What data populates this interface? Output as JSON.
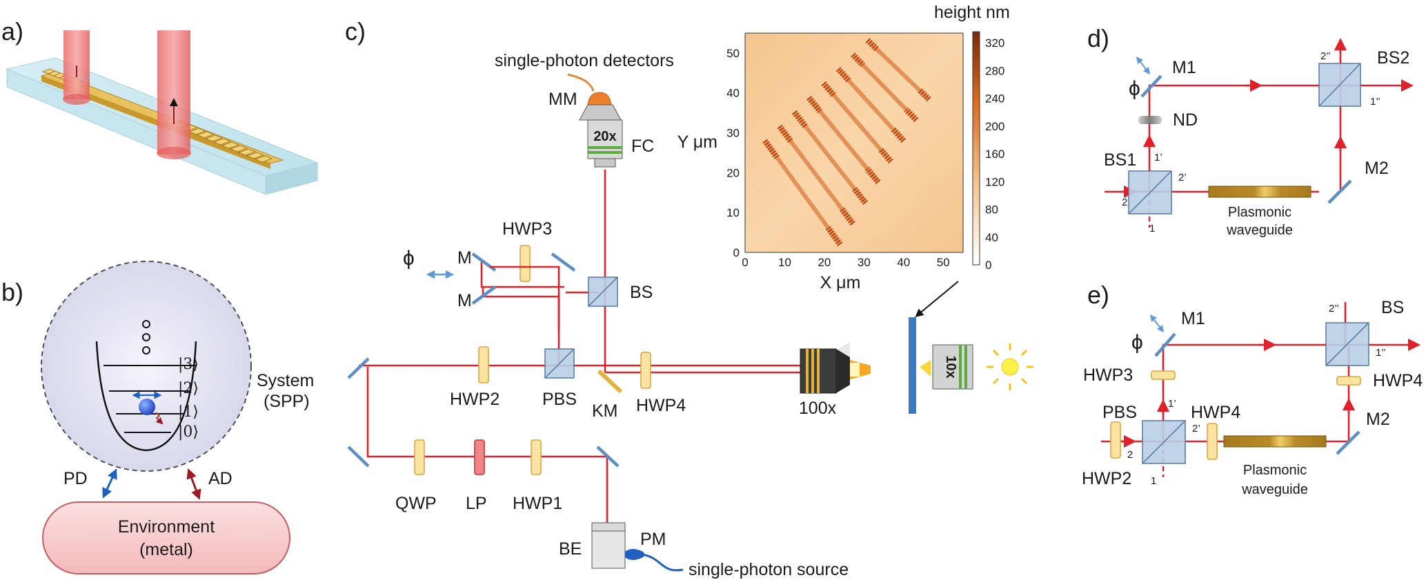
{
  "panels": {
    "a": "a)",
    "b": "b)",
    "c": "c)",
    "d": "d)",
    "e": "e)"
  },
  "panel_b": {
    "system_label_1": "System",
    "system_label_2": "(SPP)",
    "kets": [
      "|3⟩",
      "|2⟩",
      "|1⟩",
      "|0⟩"
    ],
    "pd": "PD",
    "ad": "AD",
    "environment_1": "Environment",
    "environment_2": "(metal)"
  },
  "panel_c": {
    "detectors": "single-photon detectors",
    "mm": "MM",
    "fc": "FC",
    "obj20": "20x",
    "hwp3": "HWP3",
    "phi": "ϕ",
    "m_top": "M",
    "m_bottom": "M",
    "bs": "BS",
    "hwp2": "HWP2",
    "pbs": "PBS",
    "km": "KM",
    "hwp4": "HWP4",
    "obj100": "100x",
    "obj10": "10x",
    "qwp": "QWP",
    "lp": "LP",
    "hwp1": "HWP1",
    "be": "BE",
    "pm": "PM",
    "source": "single-photon source"
  },
  "afm": {
    "colorbar_title": "height nm",
    "y_label": "Y μm",
    "x_label": "X μm",
    "x_ticks": [
      "0",
      "10",
      "20",
      "30",
      "40",
      "50"
    ],
    "y_ticks": [
      "0",
      "10",
      "20",
      "30",
      "40",
      "50"
    ],
    "colorbar_ticks": [
      "0",
      "40",
      "80",
      "120",
      "160",
      "200",
      "240",
      "280",
      "320"
    ]
  },
  "panel_d": {
    "phi": "ϕ",
    "m1": "M1",
    "nd": "ND",
    "bs1": "BS1",
    "bs2": "BS2",
    "m2": "M2",
    "port_2pp": "2’’",
    "port_1pp": "1’’",
    "port_1p": "1’",
    "port_2p": "2’",
    "port_2": "2",
    "port_1": "1",
    "waveguide_1": "Plasmonic",
    "waveguide_2": "waveguide"
  },
  "panel_e": {
    "phi": "ϕ",
    "m1": "M1",
    "bs": "BS",
    "hwp3": "HWP3",
    "hwp4_right": "HWP4",
    "pbs": "PBS",
    "hwp4_mid": "HWP4",
    "m2": "M2",
    "hwp2": "HWP2",
    "port_2pp": "2’’",
    "port_1pp": "1’’",
    "port_1p": "1’",
    "port_2p": "2’",
    "port_2": "2",
    "port_1": "1",
    "waveguide_1": "Plasmonic",
    "waveguide_2": "waveguide"
  },
  "colors": {
    "beam": "#e0202a",
    "mirror": "#5d8fc2",
    "beamsplitter": "#b9cfe6",
    "plate": "#fbe3a2",
    "gold": "#d9a63a",
    "afm_background": "#f7cd9e",
    "afm_stripe": "#d25a15"
  }
}
